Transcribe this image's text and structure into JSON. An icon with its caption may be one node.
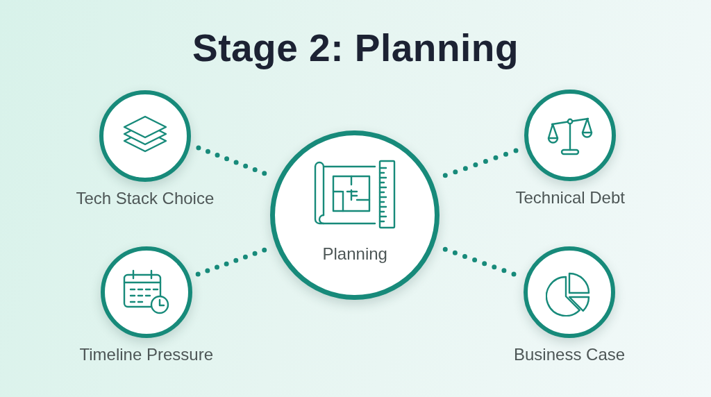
{
  "diagram": {
    "title": "Stage 2: Planning",
    "nodes": [
      {
        "text": [
          "Tech Stack Choice"
        ]
      },
      {
        "text": [
          "Technical Debt"
        ]
      },
      {
        "text": [
          "Planning"
        ]
      },
      {
        "text": [
          "Timeline Pressure"
        ]
      },
      {
        "text": [
          "Business Case"
        ]
      }
    ],
    "edges": [
      {
        "from": 2,
        "to": 0,
        "arrow": "none"
      },
      {
        "from": 2,
        "to": 1,
        "arrow": "none"
      },
      {
        "from": 2,
        "to": 3,
        "arrow": "none"
      },
      {
        "from": 2,
        "to": 4,
        "arrow": "none"
      }
    ]
  }
}
